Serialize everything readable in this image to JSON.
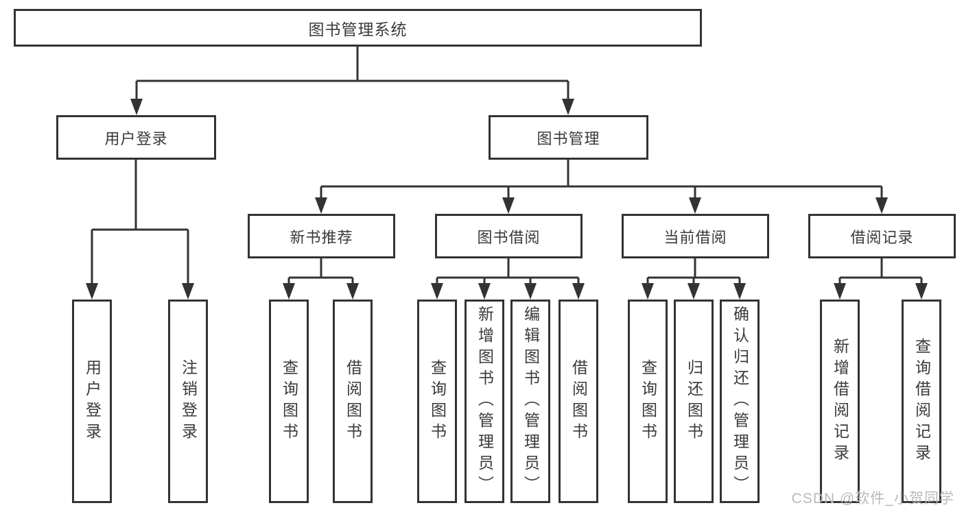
{
  "tree": {
    "root": "图书管理系统",
    "branches": [
      {
        "label": "用户登录",
        "children": [
          "用户登录",
          "注销登录"
        ]
      },
      {
        "label": "图书管理",
        "sections": [
          {
            "label": "新书推荐",
            "children": [
              "查询图书",
              "借阅图书"
            ]
          },
          {
            "label": "图书借阅",
            "children": [
              "查询图书",
              "新增图书（管理员）",
              "编辑图书（管理员）",
              "借阅图书"
            ]
          },
          {
            "label": "当前借阅",
            "children": [
              "查询图书",
              "归还图书",
              "确认归还（管理员）"
            ]
          },
          {
            "label": "借阅记录",
            "children": [
              "新增借阅记录",
              "查询借阅记录"
            ]
          }
        ]
      }
    ]
  },
  "watermark": "CSDN @软件_小贺同学",
  "colors": {
    "line": "#333333",
    "text": "#3a3a3a",
    "watermark": "#b9b9b9",
    "background": "#ffffff"
  }
}
